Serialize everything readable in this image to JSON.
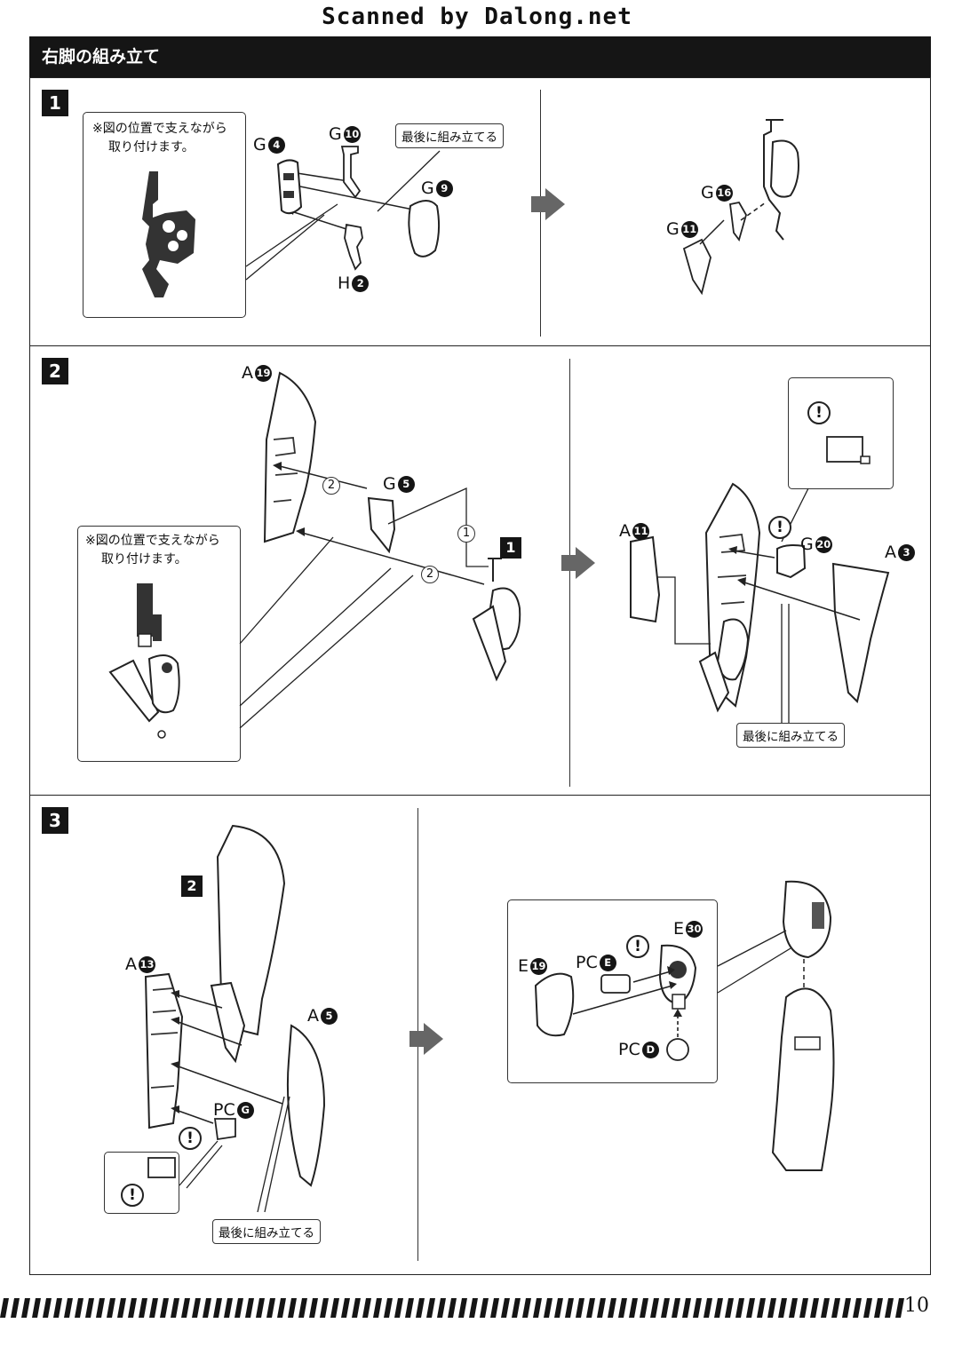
{
  "watermark": "Scanned by Dalong.net",
  "header_title": "右脚の組み立て",
  "page_number": "10",
  "step1": {
    "number": "1",
    "note": [
      "※図の位置で支えながら",
      "取り付けます。"
    ],
    "assemble_last": "最後に組み立てる",
    "parts": {
      "g4": {
        "l": "G",
        "n": "4"
      },
      "g10": {
        "l": "G",
        "n": "10"
      },
      "g9": {
        "l": "G",
        "n": "9"
      },
      "h2": {
        "l": "H",
        "n": "2"
      },
      "g16": {
        "l": "G",
        "n": "16"
      },
      "g11": {
        "l": "G",
        "n": "11"
      }
    }
  },
  "step2": {
    "number": "2",
    "note": [
      "※図の位置で支えながら",
      "取り付けます。"
    ],
    "assemble_last": "最後に組み立てる",
    "order_first": "1",
    "order_second": "2",
    "ref_step": "1",
    "warn": "!",
    "parts": {
      "a19": {
        "l": "A",
        "n": "19"
      },
      "g5": {
        "l": "G",
        "n": "5"
      },
      "a11": {
        "l": "A",
        "n": "11"
      },
      "g20": {
        "l": "G",
        "n": "20"
      },
      "a3": {
        "l": "A",
        "n": "3"
      }
    }
  },
  "step3": {
    "number": "3",
    "assemble_last": "最後に組み立てる",
    "ref_step": "2",
    "warn": "!",
    "parts": {
      "a13": {
        "l": "A",
        "n": "13"
      },
      "a5": {
        "l": "A",
        "n": "5"
      },
      "pcg": {
        "l": "PC",
        "n": "G"
      },
      "e19": {
        "l": "E",
        "n": "19"
      },
      "pce": {
        "l": "PC",
        "n": "E"
      },
      "e30": {
        "l": "E",
        "n": "30"
      },
      "pcd": {
        "l": "PC",
        "n": "D"
      }
    }
  }
}
